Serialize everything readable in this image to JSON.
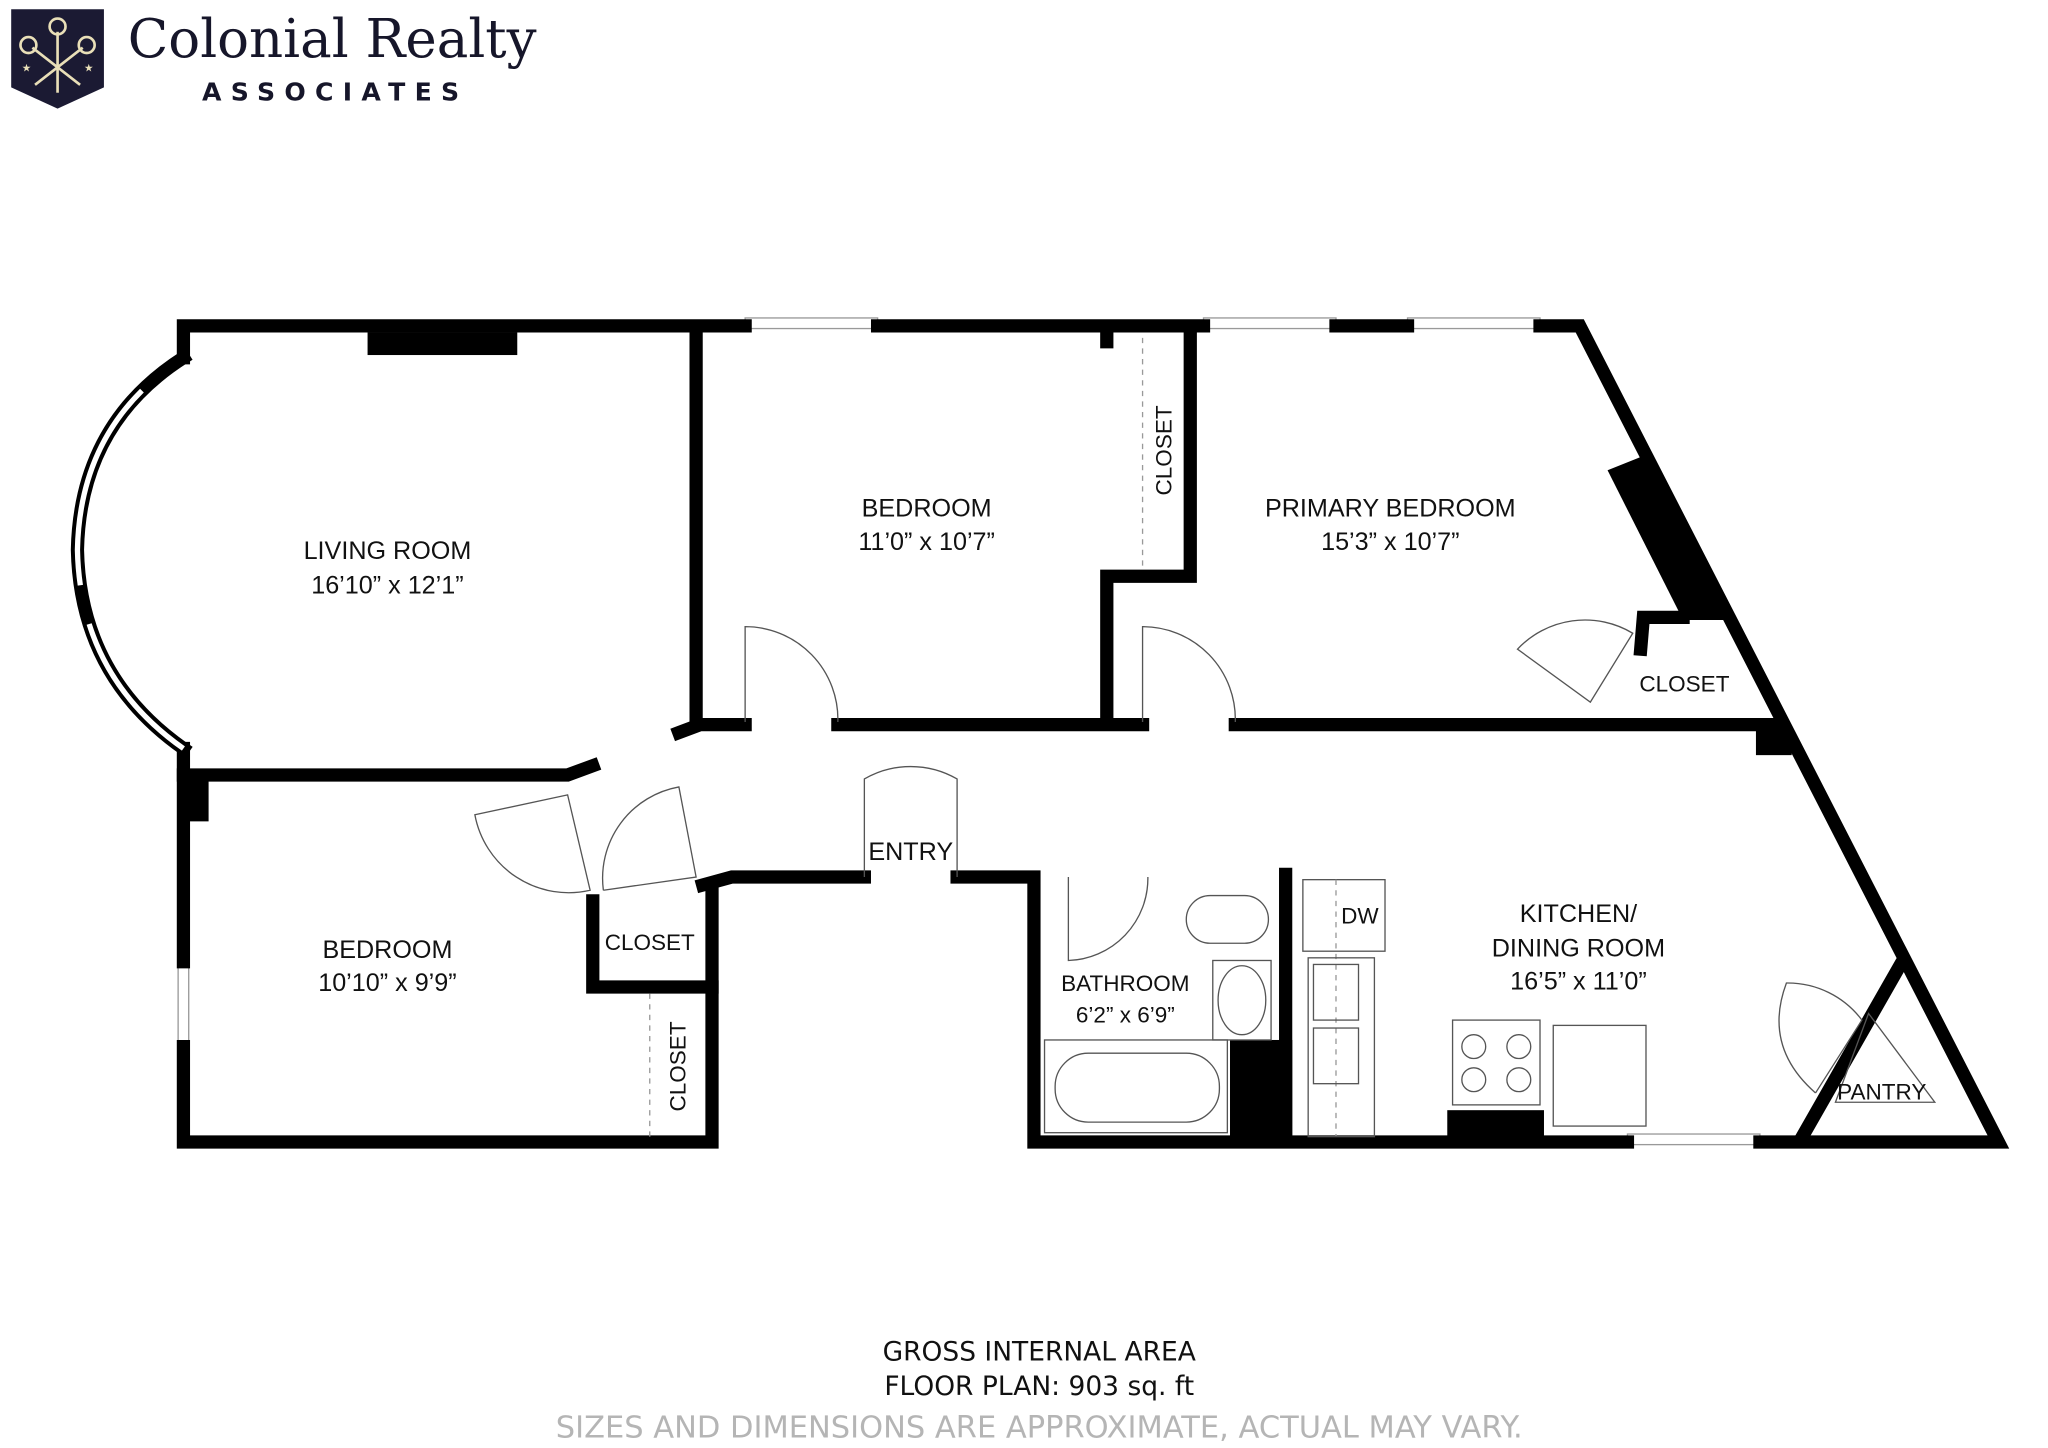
{
  "brand": {
    "name": "Colonial Realty",
    "tagline": "ASSOCIATES",
    "logo_color": "#1b1a33",
    "logo_accent": "#e9dfb8"
  },
  "rooms": {
    "living_room": {
      "name": "LIVING ROOM",
      "size": "16’10” x 12’1”"
    },
    "bedroom_1": {
      "name": "BEDROOM",
      "size": "11’0” x 10’7”"
    },
    "primary_bedroom": {
      "name": "PRIMARY BEDROOM",
      "size": "15’3” x 10’7”"
    },
    "bedroom_2": {
      "name": "BEDROOM",
      "size": "10’10” x 9’9”"
    },
    "bathroom": {
      "name": "BATHROOM",
      "size": "6’2” x 6’9”"
    },
    "kitchen": {
      "name_line1": "KITCHEN/",
      "name_line2": "DINING ROOM",
      "size": "16’5” x 11’0”"
    }
  },
  "labels": {
    "closet_1": "CLOSET",
    "closet_2": "CLOSET",
    "closet_3": "CLOSET",
    "closet_4": "CLOSET",
    "entry": "ENTRY",
    "dw": "DW",
    "pantry": "PANTRY"
  },
  "footer": {
    "line1": "GROSS INTERNAL AREA",
    "line2": "FLOOR PLAN: 903 sq. ft",
    "disclaimer": "SIZES AND DIMENSIONS ARE APPROXIMATE, ACTUAL MAY VARY."
  }
}
